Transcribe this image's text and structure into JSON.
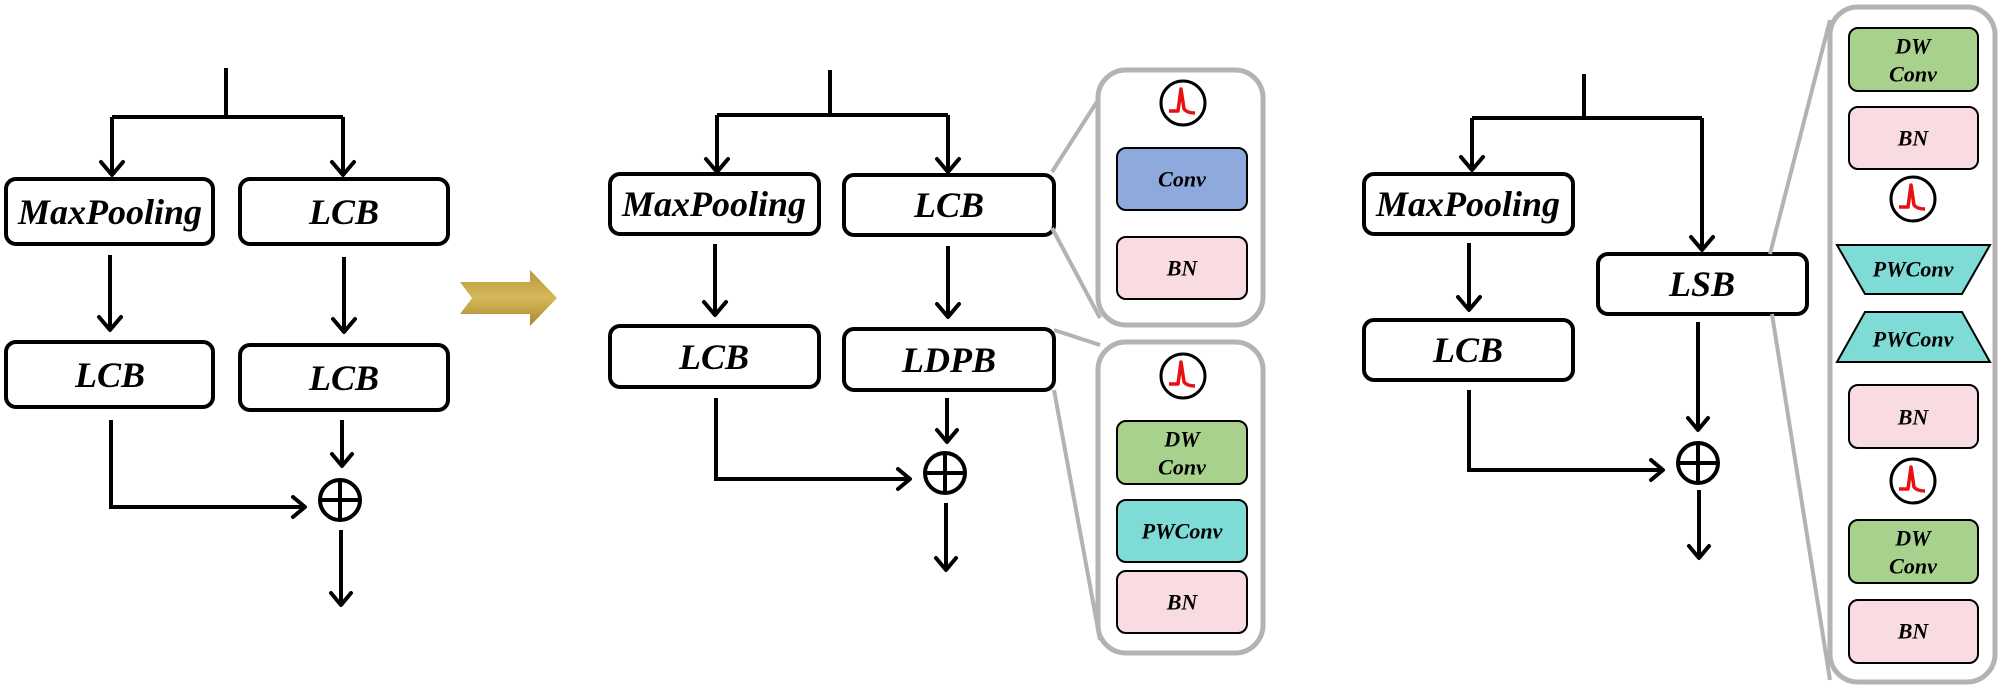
{
  "title": "Block structure evolution diagram",
  "colors": {
    "conv": "#8eaadc",
    "bn": "#f9dce2",
    "dwconv": "#a9d18e",
    "pwconv": "#7edbd6",
    "transition_arrow": "#c0a040",
    "panel_border": "#b3b3b3",
    "activation": "#e81010"
  },
  "diagram_1": {
    "left_top": "MaxPooling",
    "right_top": "LCB",
    "left_bottom": "LCB",
    "right_bottom": "LCB",
    "merge_symbol": "⊕"
  },
  "transition_icon": "right-arrow-icon",
  "diagram_2": {
    "left_top": "MaxPooling",
    "right_top": "LCB",
    "left_bottom": "LCB",
    "right_bottom": "LDPB",
    "merge_symbol": "⊕",
    "lcb_detail": {
      "activation_icon": "spike-activation-icon",
      "layers": [
        "Conv",
        "BN"
      ]
    },
    "ldpb_detail": {
      "activation_icon": "spike-activation-icon",
      "layers": [
        "DW Conv",
        "PWConv",
        "BN"
      ],
      "dw_line1": "DW",
      "dw_line2": "Conv"
    }
  },
  "diagram_3": {
    "left_top": "MaxPooling",
    "left_bottom": "LCB",
    "right": "LSB",
    "merge_symbol": "⊕",
    "lsb_detail": {
      "items": [
        {
          "type": "dwconv",
          "line1": "DW",
          "line2": "Conv"
        },
        {
          "type": "bn",
          "label": "BN"
        },
        {
          "type": "activation",
          "icon": "spike-activation-icon"
        },
        {
          "type": "pwconv-down",
          "label": "PWConv"
        },
        {
          "type": "pwconv-up",
          "label": "PWConv"
        },
        {
          "type": "bn",
          "label": "BN"
        },
        {
          "type": "activation",
          "icon": "spike-activation-icon"
        },
        {
          "type": "dwconv",
          "line1": "DW",
          "line2": "Conv"
        },
        {
          "type": "bn",
          "label": "BN"
        }
      ]
    }
  }
}
